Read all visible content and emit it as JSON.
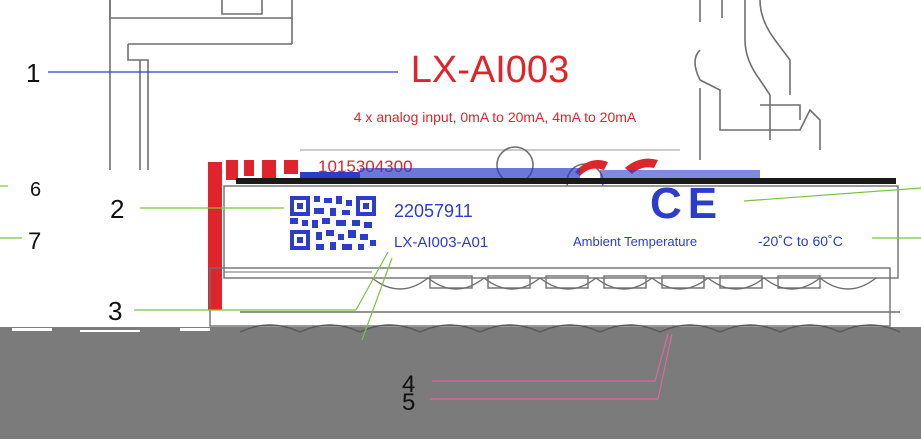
{
  "product": {
    "model": "LX-AI003",
    "description": "4 x analog input, 0mA to 20mA, 4mA to 20mA",
    "partial_number": "1015304300",
    "code_number": "22057911",
    "code_model": "LX-AI003-A01",
    "ambient_label": "Ambient Temperature",
    "temperature_range": "-20˚C to 60˚C"
  },
  "callouts": [
    "1",
    "2",
    "3",
    "4",
    "5",
    "6",
    "7"
  ],
  "marks": {
    "ce_mark": "CE"
  },
  "colors": {
    "red": "#e0242b",
    "blue": "#2c3ec9",
    "green": "#7cc242",
    "pink": "#d86aa0",
    "gray_band": "#7b7b7b",
    "outline": "#6f6f6f"
  }
}
